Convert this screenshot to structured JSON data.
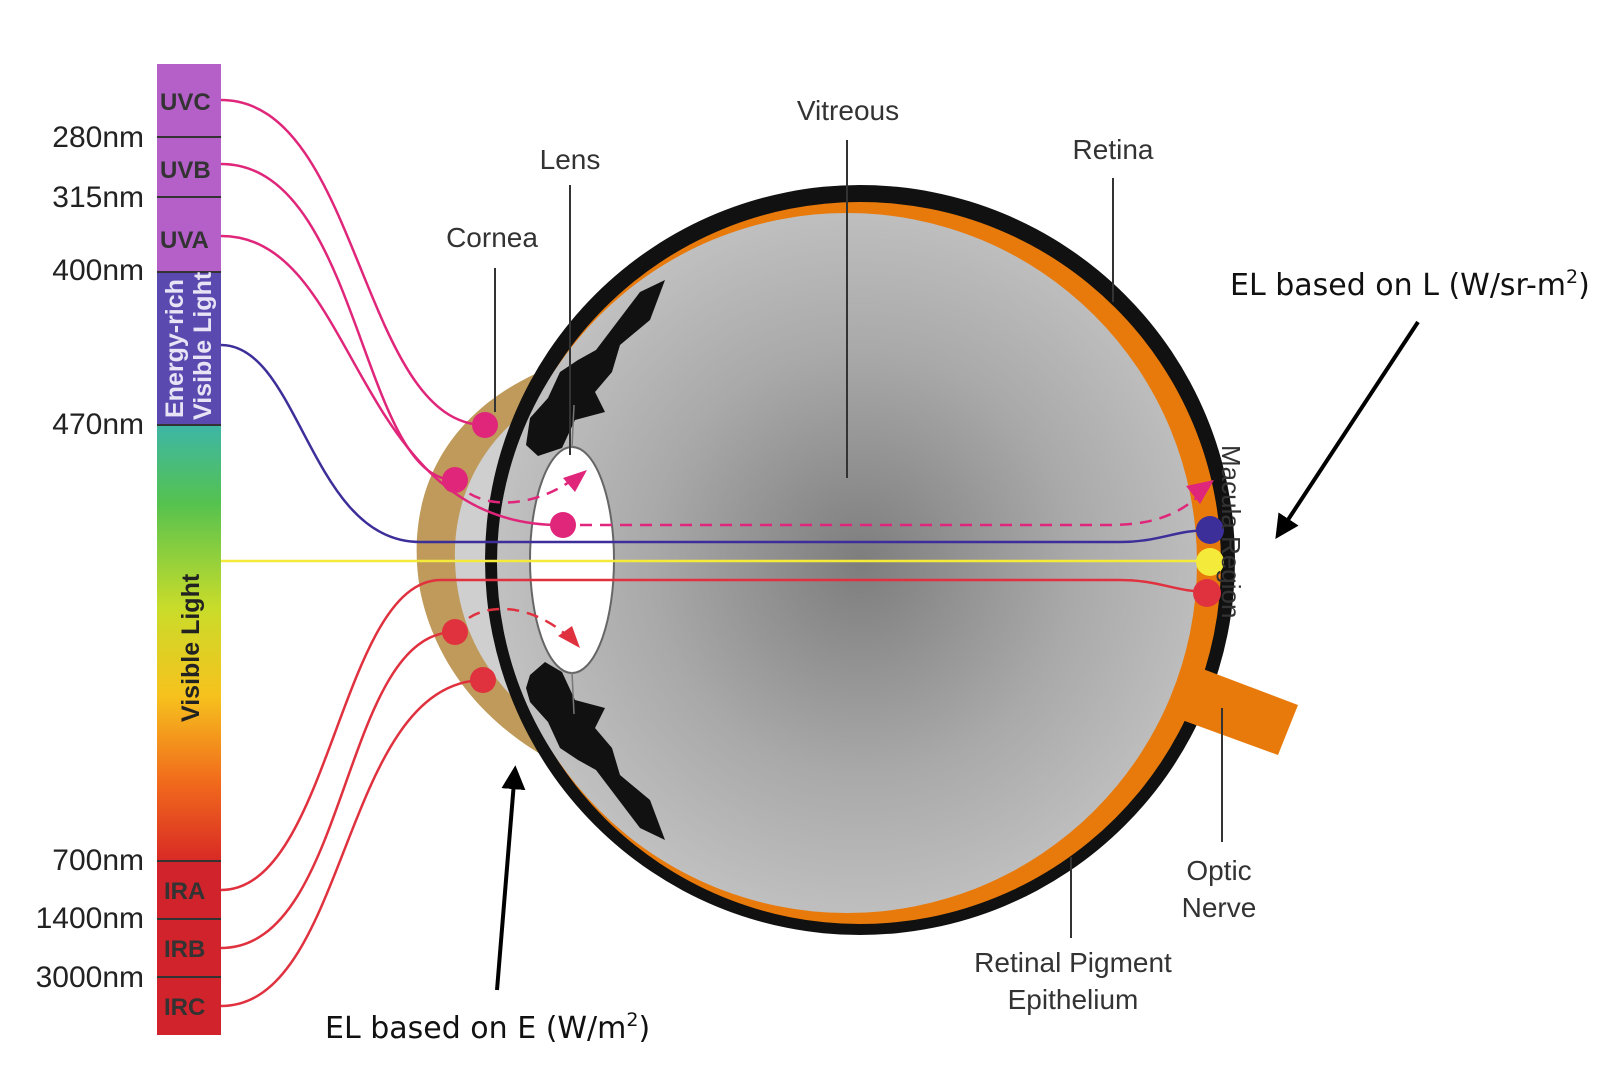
{
  "colors": {
    "uv": "#b55fc8",
    "energy_rich": "#5a4ab0",
    "ir": "#d0232b",
    "cornea": "#bf9a5a",
    "retina": "#e87a0c",
    "sclera": "#111111",
    "pink_ray": "#e0267a",
    "violet_ray": "#3d2f9a",
    "yellow_ray": "#f3ea3a",
    "red_ray": "#e0313f"
  },
  "spectrum": {
    "bands": {
      "uvc": "UVC",
      "uvb": "UVB",
      "uva": "UVA",
      "energy_rich_1": "Energy-rich",
      "energy_rich_2": "Visible Light",
      "visible": "Visible Light",
      "ira": "IRA",
      "irb": "IRB",
      "irc": "IRC"
    },
    "wavelengths": {
      "w280": "280nm",
      "w315": "315nm",
      "w400": "400nm",
      "w470": "470nm",
      "w700": "700nm",
      "w1400": "1400nm",
      "w3000": "3000nm"
    }
  },
  "eye_labels": {
    "lens": "Lens",
    "vitreous": "Vitreous",
    "retina": "Retina",
    "cornea": "Cornea",
    "macula": "Macula Region",
    "optic_nerve_1": "Optic",
    "optic_nerve_2": "Nerve",
    "rpe_1": "Retinal Pigment",
    "rpe_2": "Epithelium"
  },
  "annotations": {
    "el_l_prefix": "EL based on L (W/sr-m",
    "el_l_sup": "2",
    "el_l_suffix": ")",
    "el_e_prefix": "EL based on E (W/m",
    "el_e_sup": "2",
    "el_e_suffix": ")"
  }
}
